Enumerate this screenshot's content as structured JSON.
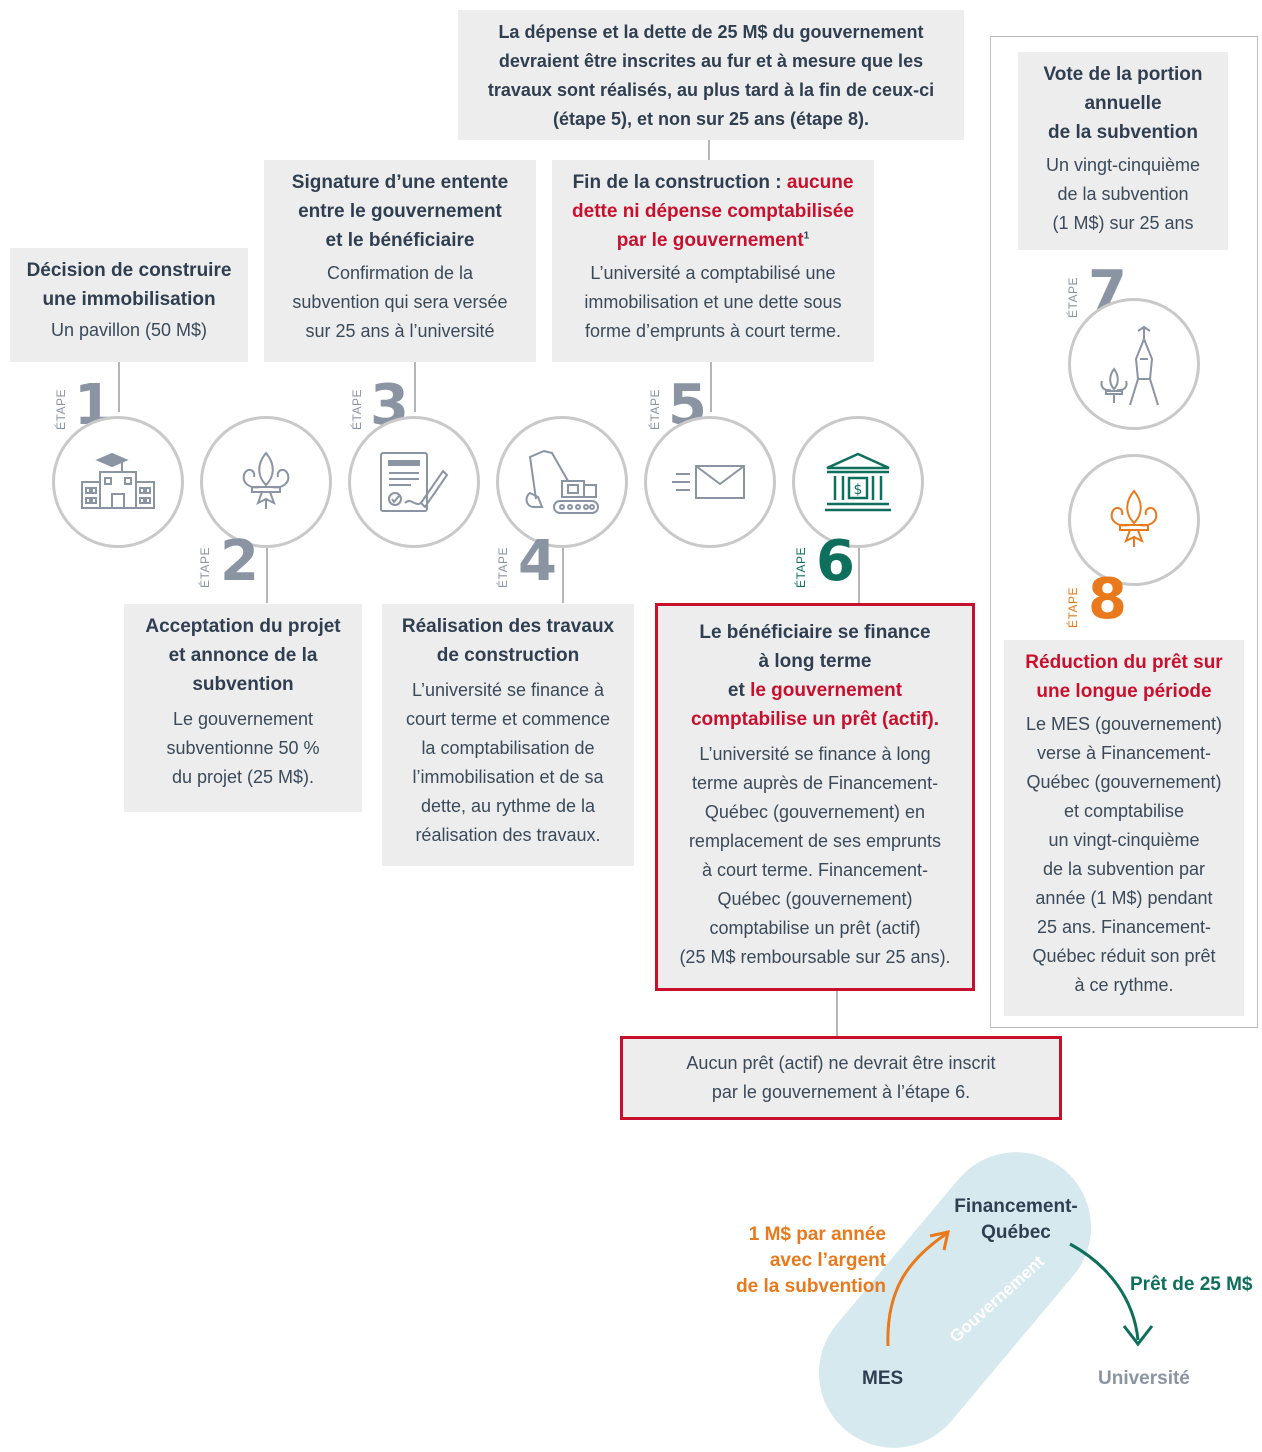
{
  "top_note": {
    "line1": "La dépense et la dette de 25 M$ du gouvernement",
    "line2": "devraient être inscrites au fur et à mesure que les",
    "line3": "travaux sont réalisés, au plus tard à la fin de ceux-ci",
    "line4": "(étape 5), et non sur 25 ans (étape 8)."
  },
  "step_label": "ÉTAPE",
  "steps": {
    "s1": {
      "num": "1",
      "title1": "Décision de construire",
      "title2": "une immobilisation",
      "text1": "Un pavillon (50 M$)"
    },
    "s2": {
      "num": "2",
      "title1": "Acceptation du projet",
      "title2": "et annonce de la",
      "title3": "subvention",
      "text1": "Le gouvernement",
      "text2": "subventionne 50 %",
      "text3": "du projet (25 M$)."
    },
    "s3": {
      "num": "3",
      "title1": "Signature d’une entente",
      "title2": "entre le gouvernement",
      "title3": "et le bénéficiaire",
      "text1": "Confirmation de la",
      "text2": "subvention qui sera versée",
      "text3": "sur 25 ans à l’université"
    },
    "s4": {
      "num": "4",
      "title1": "Réalisation des travaux",
      "title2": "de construction",
      "text1": "L’université se finance à",
      "text2": "court terme et commence",
      "text3": "la comptabilisation de",
      "text4": "l’immobilisation et de sa",
      "text5": "dette, au rythme de la",
      "text6": "réalisation des travaux."
    },
    "s5": {
      "num": "5",
      "title1": "Fin de la construction : ",
      "title1_red": "aucune",
      "title2_red": "dette ni dépense comptabilisée",
      "title3_red": "par le gouvernement",
      "footnote": "1",
      "text1": "L’université a comptabilisé une",
      "text2": "immobilisation et une dette sous",
      "text3": "forme d’emprunts à court terme."
    },
    "s6": {
      "num": "6",
      "title1": "Le bénéficiaire se finance",
      "title2": "à long terme",
      "title3a": "et ",
      "title3b_red": "le gouvernement",
      "title4_red": "comptabilise un prêt (actif).",
      "text1": "L’université se finance à long",
      "text2": "terme auprès de Financement-",
      "text3": "Québec (gouvernement) en",
      "text4": "remplacement de ses emprunts",
      "text5": "à court terme. Financement-",
      "text6": "Québec (gouvernement)",
      "text7": "comptabilise un prêt (actif)",
      "text8": "(25 M$ remboursable sur 25 ans)."
    },
    "s7": {
      "num": "7",
      "title1": "Vote de la portion",
      "title2": "annuelle",
      "title3": "de la subvention",
      "text1": "Un vingt-cinquième",
      "text2": "de la subvention",
      "text3": "(1 M$) sur 25 ans"
    },
    "s8": {
      "num": "8",
      "title1": "Réduction du prêt sur",
      "title2": "une longue période",
      "text1": "Le MES (gouvernement)",
      "text2": "verse à Financement-",
      "text3": "Québec (gouvernement)",
      "text4": "et comptabilise",
      "text5": "un vingt-cinquième",
      "text6": "de la subvention par",
      "text7": "année (1 M$) pendant",
      "text8": "25 ans. Financement-",
      "text9": "Québec réduit son prêt",
      "text10": "à ce rythme."
    }
  },
  "bottom_note": {
    "line1": "Aucun prêt (actif) ne devrait être inscrit",
    "line2": "par le gouvernement à l’étape 6."
  },
  "flow": {
    "fq1": "Financement-",
    "fq2": "Québec",
    "mes": "MES",
    "univ": "Université",
    "gov": "Gouvernement",
    "left1": "1 M$ par année",
    "left2": "avec l’argent",
    "left3": "de la subvention",
    "right": "Prêt de 25 M$"
  },
  "colors": {
    "red": "#c8102e",
    "green": "#0e6f5c",
    "orange": "#e87a1d",
    "gray": "#8a94a3",
    "teal_bg": "#d6e9ee"
  }
}
